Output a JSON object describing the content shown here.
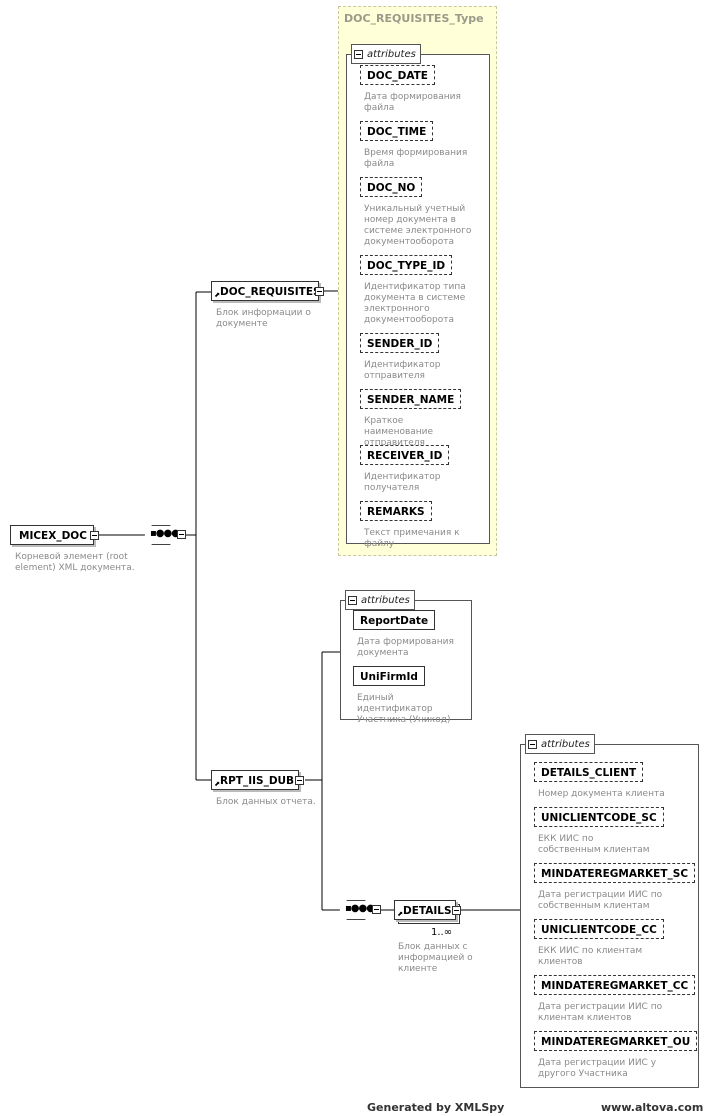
{
  "doc_requisites_type": {
    "title": "DOC_REQUISITES_Type",
    "attributes_label": "attributes",
    "items": [
      {
        "name": "DOC_DATE",
        "desc": "Дата формирования файла"
      },
      {
        "name": "DOC_TIME",
        "desc": "Время формирования файла"
      },
      {
        "name": "DOC_NO",
        "desc": "Уникальный учетный номер документа в системе электронного документооборота"
      },
      {
        "name": "DOC_TYPE_ID",
        "desc": "Идентификатор типа документа в системе электронного документооборота"
      },
      {
        "name": "SENDER_ID",
        "desc": "Идентификатор отправителя"
      },
      {
        "name": "SENDER_NAME",
        "desc": "Краткое наименование отправителя"
      },
      {
        "name": "RECEIVER_ID",
        "desc": "Идентификатор получателя"
      },
      {
        "name": "REMARKS",
        "desc": "Текст примечания к файлу"
      }
    ]
  },
  "root": {
    "name": "MICEX_DOC",
    "desc": "Корневой элемент (root element) XML документа."
  },
  "doc_requisites": {
    "name": "DOC_REQUISITES",
    "desc": "Блок информации о документе"
  },
  "rpt": {
    "name": "RPT_IIS_DUB",
    "desc": "Блок данных отчета.",
    "attributes_label": "attributes",
    "items": [
      {
        "name": "ReportDate",
        "desc": "Дата формирования документа"
      },
      {
        "name": "UniFirmId",
        "desc": "Единый идентификатор Участника (Уникод)"
      }
    ]
  },
  "details": {
    "name": "DETAILS",
    "cardinality": "1..∞",
    "desc": "Блок данных с информацией о клиенте",
    "attributes_label": "attributes",
    "items": [
      {
        "name": "DETAILS_CLIENT",
        "desc": "Номер документа клиента"
      },
      {
        "name": "UNICLIENTCODE_SC",
        "desc": "ЕКК ИИС по собственным клиентам"
      },
      {
        "name": "MINDATEREGMARKET_SC",
        "desc": "Дата регистрации ИИС по собственным клиентам"
      },
      {
        "name": "UNICLIENTCODE_CC",
        "desc": "ЕКК ИИС по клиентам клиентов"
      },
      {
        "name": "MINDATEREGMARKET_CC",
        "desc": "Дата регистрации ИИС по клиентам клиентов"
      },
      {
        "name": "MINDATEREGMARKET_OU",
        "desc": "Дата регистрации ИИС у другого Участника"
      }
    ]
  },
  "footer": {
    "generated": "Generated by XMLSpy",
    "site": "www.altova.com"
  }
}
